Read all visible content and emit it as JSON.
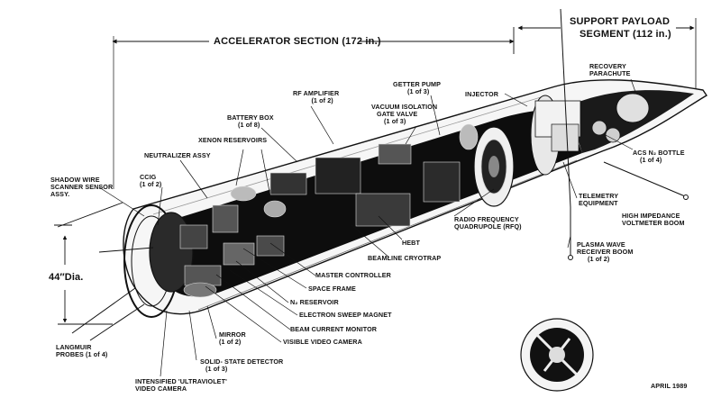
{
  "sections": {
    "accelerator": "ACCELERATOR SECTION (172 in.)",
    "support_line1": "SUPPORT PAYLOAD",
    "support_line2": "SEGMENT  (112 in.)"
  },
  "diameter": "44″Dia.",
  "date": "APRIL 1989",
  "labels": {
    "rf_amplifier": "RF AMPLIFIER",
    "rf_amplifier_count": "(1 of 2)",
    "getter_pump": "GETTER PUMP",
    "getter_pump_count": "(1 of 3)",
    "injector": "INJECTOR",
    "recovery_parachute_1": "RECOVERY",
    "recovery_parachute_2": "PARACHUTE",
    "battery_box": "BATTERY BOX",
    "battery_box_count": "(1 of 8)",
    "vacuum_valve_1": "VACUUM ISOLATION",
    "vacuum_valve_2": "GATE VALVE",
    "vacuum_valve_count": "(1 of 3)",
    "xenon": "XENON RESERVOIRS",
    "neutralizer": "NEUTRALIZER ASSY",
    "ccig": "CCIG",
    "ccig_count": "(1 of 2)",
    "shadow_1": "SHADOW WIRE",
    "shadow_2": "SCANNER SENSOR",
    "shadow_3": "ASSY.",
    "acs_bottle": "ACS N₂ BOTTLE",
    "acs_bottle_count": "(1 of 4)",
    "telemetry_1": "TELEMETRY",
    "telemetry_2": "EQUIPMENT",
    "hi_imp_1": "HIGH IMPEDANCE",
    "hi_imp_2": "VOLTMETER BOOM",
    "rfq_1": "RADIO FREQUENCY",
    "rfq_2": "QUADRUPOLE (RFQ)",
    "hebt": "HEBT",
    "cryotrap": "BEAMLINE CRYOTRAP",
    "plasma_1": "PLASMA WAVE",
    "plasma_2": "RECEIVER BOOM",
    "plasma_count": "(1 of 2)",
    "master": "MASTER CONTROLLER",
    "space_frame": "SPACE FRAME",
    "n2_reservoir": "N₂ RESERVOIR",
    "sweep": "ELECTRON SWEEP MAGNET",
    "beam_monitor": "BEAM CURRENT MONITOR",
    "visible_cam": "VISIBLE VIDEO CAMERA",
    "mirror": "MIRROR",
    "mirror_count": "(1 of 2)",
    "langmuir_1": "LANGMUIR",
    "langmuir_2": "PROBES (1 of 4)",
    "solid_state_1": "SOLID- STATE DETECTOR",
    "solid_state_count": "(1 of 3)",
    "uv_cam_1": "INTENSIFIED 'ULTRAVIOLET'",
    "uv_cam_2": "VIDEO CAMERA"
  },
  "colors": {
    "ink": "#111111",
    "interior": "#0d0d0d",
    "hull": "#f4f4f4"
  }
}
